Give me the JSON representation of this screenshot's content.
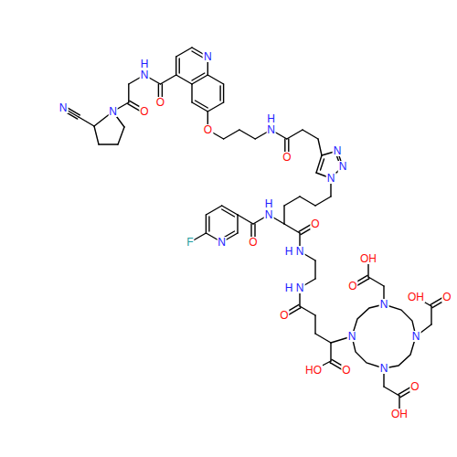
{
  "diagram": {
    "labels": [
      "N",
      "O",
      "N",
      "H",
      "O",
      "N",
      "N",
      "O",
      "N",
      "H",
      "O",
      "N",
      "N",
      "N",
      "N",
      "F",
      "N",
      "H",
      "O",
      "O",
      "N",
      "H",
      "N",
      "H",
      "O",
      "OH",
      "O",
      "N",
      "OH",
      "O",
      "N",
      "N",
      "HO",
      "O",
      "N",
      "O",
      "OH"
    ]
  }
}
